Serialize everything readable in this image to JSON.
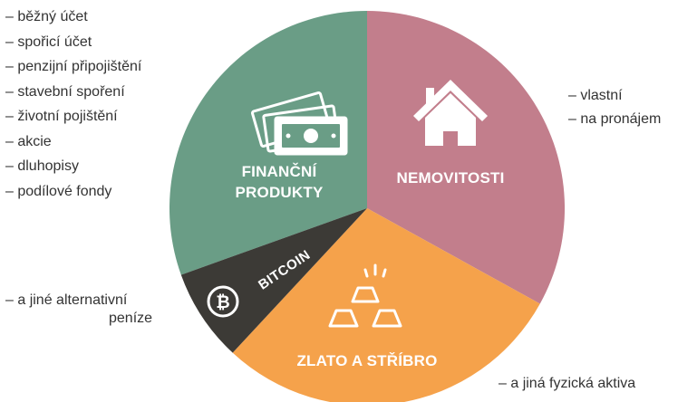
{
  "sectors": [
    {
      "id": "financial",
      "label_lines": [
        "FINANČNÍ",
        "PRODUKTY"
      ],
      "color": "#6a9d86",
      "icon": "banknote-icon",
      "notes": [
        "– běžný účet",
        "– spořicí účet",
        "– penzijní připojištění",
        "– stavební spoření",
        "– životní pojištění",
        "– akcie",
        "– dluhopisy",
        "– podílové fondy"
      ]
    },
    {
      "id": "realestate",
      "label": "NEMOVITOSTI",
      "color": "#c27e8c",
      "icon": "house-icon",
      "notes": [
        "– vlastní",
        "– na pronájem"
      ]
    },
    {
      "id": "gold",
      "label": "ZLATO A STŘÍBRO",
      "color": "#f5a24b",
      "icon": "gold-bars-icon",
      "notes": [
        "– a jiná fyzická aktiva"
      ]
    },
    {
      "id": "bitcoin",
      "label": "BITCOIN",
      "color": "#3c3a36",
      "icon": "bitcoin-icon",
      "icon_glyph": "₿",
      "notes": [
        "– a jiné alternativní",
        "peníze"
      ]
    }
  ]
}
